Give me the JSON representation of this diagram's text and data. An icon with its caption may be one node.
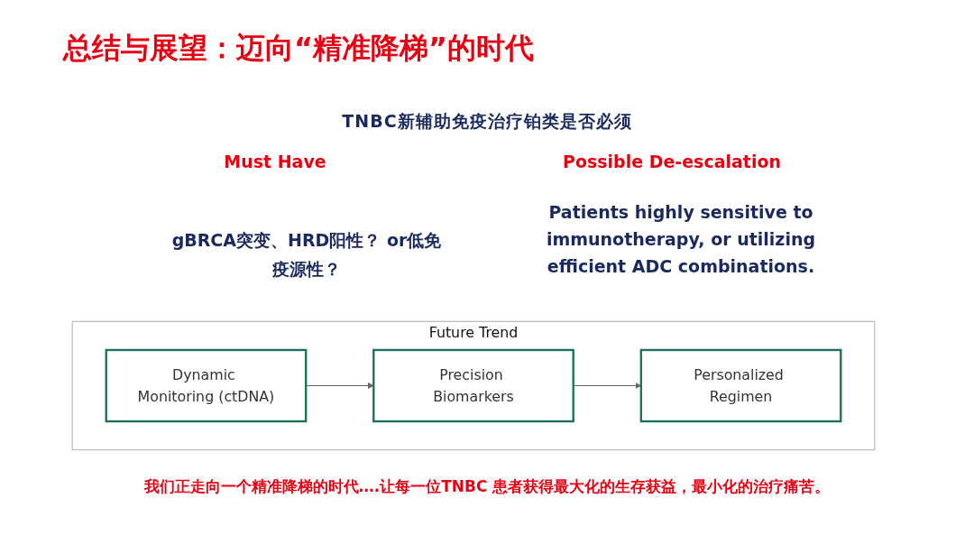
{
  "diagram": {
    "title": "总结与展望：迈向“精准降梯”的时代",
    "nodes": [
      {
        "text": [
          "Future Trend"
        ]
      },
      {
        "text": [
          "Dynamic Monitoring (ctDNA)"
        ],
        "in": 0
      },
      {
        "text": [
          "Precision Biomarkers"
        ],
        "in": 0
      },
      {
        "text": [
          "Personalized Regimen"
        ],
        "in": 0
      }
    ],
    "edges": [
      {
        "from": 1,
        "to": 2,
        "arrow": "to"
      },
      {
        "from": 2,
        "to": 3,
        "arrow": "to"
      }
    ],
    "labels": [
      "TNBC新辅助免疫治疗铂类是否必须",
      "Must Have",
      "Possible De-escalation",
      "gBRCA突变、HRD阳性？ or低免疫源性？",
      "Patients highly sensitive to immunotherapy, or utilizing efficient ADC combinations."
    ],
    "caption": "我们正走向一个精准降梯的时代….让每一位TNBC 患者获得最大化的生存获益，最小化的治疗痛苦。"
  }
}
